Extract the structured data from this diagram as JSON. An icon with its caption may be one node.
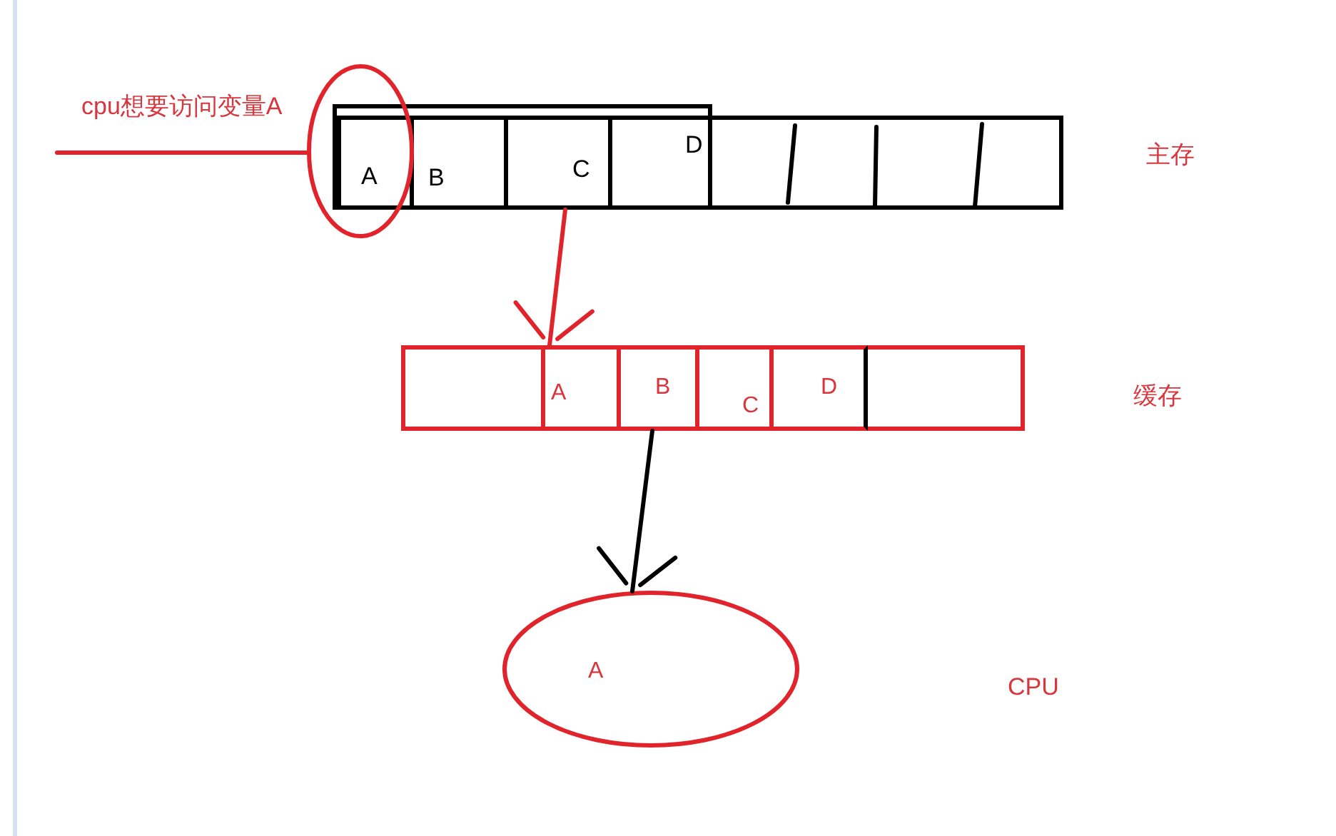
{
  "diagram": {
    "nodes": [
      {
        "text": [
          "cpu想要访问变量A"
        ]
      },
      {
        "text": [],
        "shape": "box"
      },
      {
        "text": [],
        "shape": "box"
      },
      {
        "text": [
          "A"
        ]
      },
      {
        "text": [
          "B"
        ],
        "in": 2
      },
      {
        "text": [
          "C"
        ],
        "in": 2
      },
      {
        "text": [
          "D"
        ],
        "in": 2
      },
      {
        "text": [],
        "shape": "circle"
      },
      {
        "text": [],
        "shape": "box"
      },
      {
        "text": [
          "A"
        ],
        "in": 8
      },
      {
        "text": [
          "B"
        ],
        "in": 8
      },
      {
        "text": [
          "C"
        ],
        "in": 8
      },
      {
        "text": [
          "D"
        ],
        "in": 8
      },
      {
        "text": [
          "A"
        ]
      }
    ],
    "edges": [
      {
        "from": 0,
        "to": 7,
        "arrow": "none"
      },
      {
        "from": 2,
        "to": 9,
        "arrow": "to"
      },
      {
        "from": 8,
        "to": 13,
        "arrow": "to",
        "color": "#000000"
      }
    ],
    "labels": [
      "主存",
      "缓存",
      "CPU"
    ]
  }
}
